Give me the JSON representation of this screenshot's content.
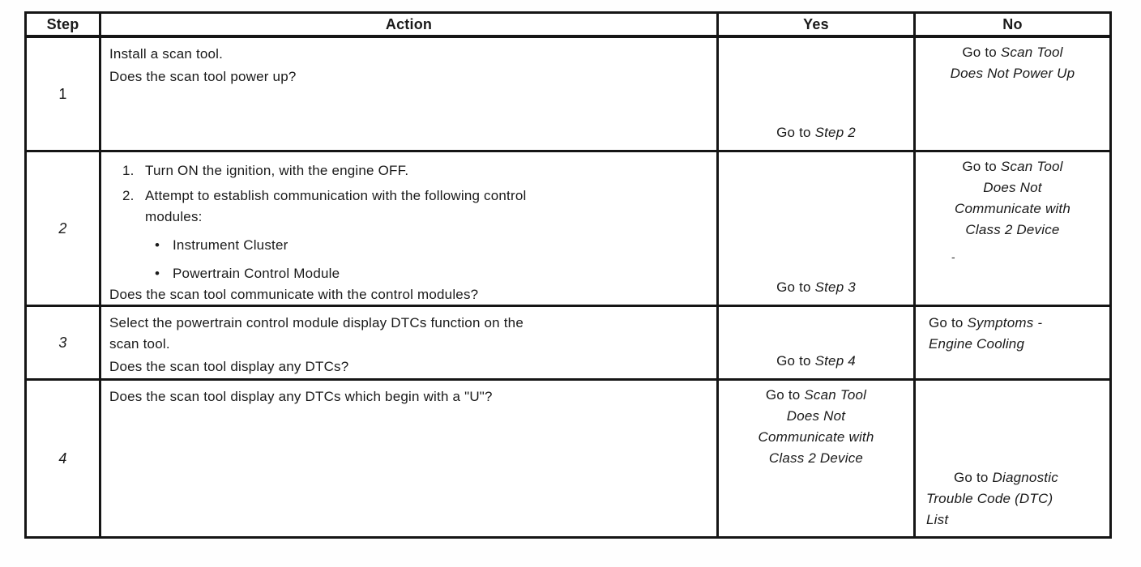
{
  "colors": {
    "ink": "#1a1a1a",
    "paper": "#ffffff"
  },
  "table": {
    "headers": {
      "step": "Step",
      "action": "Action",
      "yes": "Yes",
      "no": "No"
    },
    "rows": [
      {
        "step": "1",
        "action": {
          "line1": "Install a scan tool.",
          "question": "Does the scan tool power up?"
        },
        "yes": {
          "prefix": "Go to ",
          "target": "Step 2"
        },
        "no": {
          "prefix": "Go to ",
          "target": "Scan Tool\nDoes Not Power Up"
        }
      },
      {
        "step": "2",
        "action": {
          "items": [
            {
              "num": "1.",
              "text": "Turn ON the ignition, with the engine OFF."
            },
            {
              "num": "2.",
              "text": "Attempt to establish communication with the following control\nmodules:"
            }
          ],
          "bullets": [
            {
              "glyph": "•",
              "text": "Instrument Cluster"
            },
            {
              "glyph": "•",
              "text": "Powertrain Control Module"
            }
          ],
          "question": "Does the scan tool communicate with the control modules?"
        },
        "yes": {
          "prefix": "Go to ",
          "target": "Step 3"
        },
        "no": {
          "prefix": "Go to ",
          "target": "Scan Tool\nDoes Not\nCommunicate with\nClass 2 Device"
        },
        "artifact": "-"
      },
      {
        "step": "3",
        "action": {
          "line1": "Select the powertrain control module display DTCs function on the\nscan tool.",
          "question": "Does the scan tool display any DTCs?"
        },
        "yes": {
          "prefix": "Go to ",
          "target": "Step 4"
        },
        "no": {
          "prefix": "Go to ",
          "target": "Symptoms -\nEngine Cooling"
        }
      },
      {
        "step": "4",
        "action": {
          "question": "Does the scan tool display any DTCs which begin with a \"U\"?"
        },
        "yes": {
          "prefix": "Go to ",
          "target": "Scan Tool\nDoes Not\nCommunicate with\nClass 2 Device"
        },
        "no": {
          "prefix": "Go to ",
          "target": "Diagnostic\nTrouble Code (DTC)\nList"
        }
      }
    ]
  }
}
